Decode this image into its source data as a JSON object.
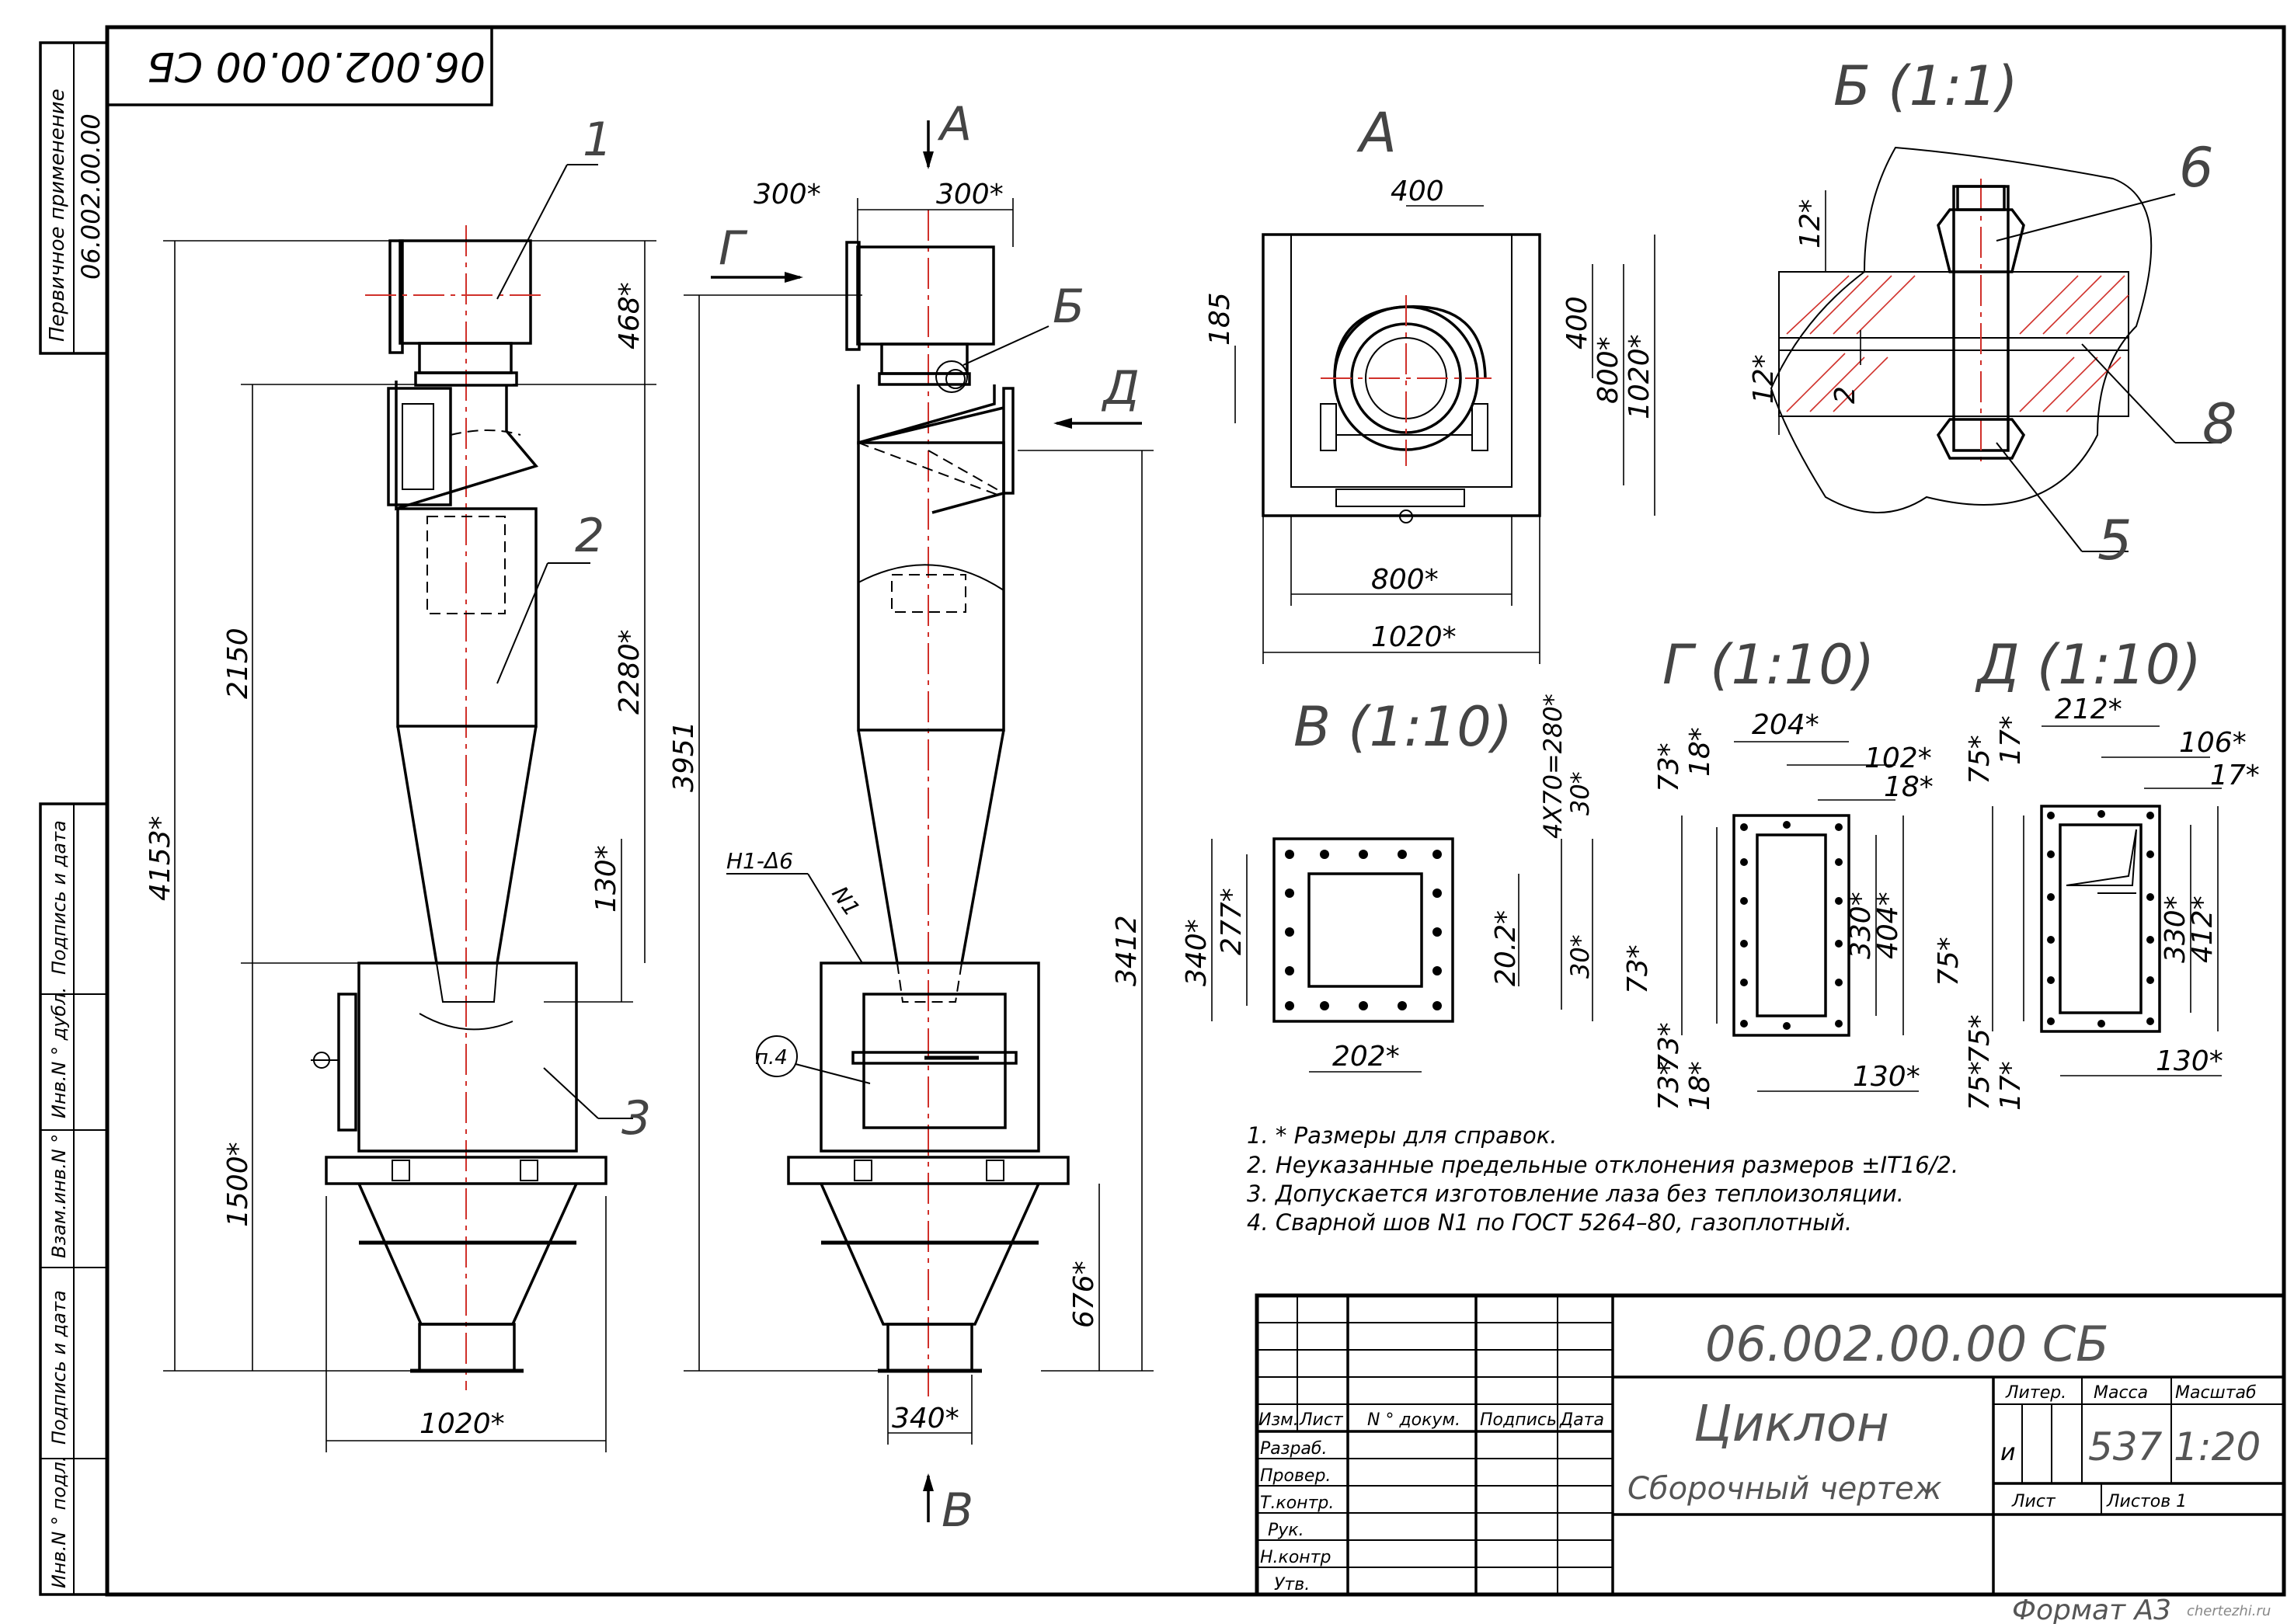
{
  "stamp": {
    "code_rotated": "06.002.00.00 СБ"
  },
  "left_strip": {
    "first_use_label": "Первичное применение",
    "first_use_value": "06.002.00.00",
    "rows": [
      "Подпись и дата",
      "Инв.N ° дубл.",
      "Взам.инв.N °",
      "Подпись и дата",
      "Инв.N ° подл."
    ]
  },
  "views": {
    "front": {
      "callouts": [
        "1",
        "2",
        "3"
      ]
    },
    "side": {
      "arrow_a": "А",
      "arrow_g": "Г",
      "arrow_d": "Д",
      "arrow_v": "В",
      "callout_b": "Б",
      "weld_note": "H1-Δ6",
      "weld_id": "N1",
      "detail_ref": "п.4"
    },
    "view_a_title": "А",
    "view_b_title": "Б (1:1)",
    "view_v_title": "В (1:10)",
    "view_g_title": "Г (1:10)",
    "view_d_title": "Д (1:10)",
    "detail_b_callouts": [
      "6",
      "8",
      "5"
    ]
  },
  "dimensions": {
    "front": [
      "4153*",
      "2150",
      "1500*",
      "1020*",
      "468*",
      "2280*",
      "130*",
      "3951"
    ],
    "side": [
      "300*",
      "300*",
      "3412",
      "676*",
      "340*"
    ],
    "view_a": [
      "400",
      "185",
      "400",
      "800*",
      "1020*",
      "800*",
      "1020*"
    ],
    "view_b": [
      "12*",
      "12*",
      "2"
    ],
    "view_v": [
      "4X70=280*",
      "30*",
      "30*",
      "20.2*",
      "340*",
      "277*",
      "202*"
    ],
    "view_g": [
      "204*",
      "102*",
      "18*",
      "73*",
      "18*",
      "73*",
      "73*",
      "73*",
      "18*",
      "330*",
      "404*",
      "130*"
    ],
    "view_d": [
      "212*",
      "106*",
      "17*",
      "75*",
      "17*",
      "75*",
      "75*",
      "75*",
      "17*",
      "330*",
      "412*",
      "130*"
    ]
  },
  "notes": [
    "1.  * Размеры для справок.",
    "2.  Неуказанные предельные отклонения размеров ±IT16/2.",
    "3.  Допускается изготовление лаза без теплоизоляции.",
    "4.  Сварной шов N1 по ГОСТ 5264–80, газоплотный."
  ],
  "title_block": {
    "designation": "06.002.00.00 СБ",
    "name": "Циклон",
    "doc_type": "Сборочный чертеж",
    "headers": {
      "izm": "Изм.",
      "list": "Лист",
      "ndoc": "N ° докум.",
      "sign": "Подпись",
      "date": "Дата"
    },
    "roles": [
      "Разраб.",
      "Провер.",
      "Т.контр.",
      "Рук.",
      "Н.контр",
      "Утв."
    ],
    "liter_label": "Литер.",
    "mass_label": "Масса",
    "scale_label": "Масштаб",
    "liter_value": "и",
    "mass_value": "537",
    "scale_value": "1:20",
    "sheet_label": "Лист",
    "sheets_label": "Листов 1",
    "format": "Формат А3",
    "watermark": "chertezhi.ru"
  },
  "colors": {
    "line": "#000000",
    "axis": "#d0302a",
    "hatch": "#d0302a",
    "gasket": "#e8b0a0"
  }
}
